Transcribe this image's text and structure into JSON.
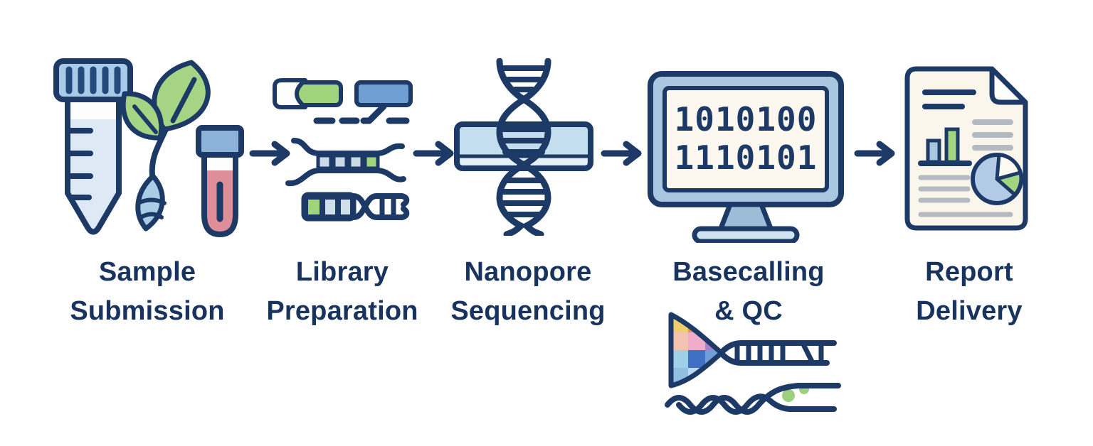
{
  "figure": {
    "type": "workflow-diagram",
    "background": "#ffffff",
    "flow_direction": "left-to-right"
  },
  "palette": {
    "outline_navy": "#1d3a66",
    "text_navy": "#17335e",
    "light_blue_fill": "#d9e9f5",
    "pale_blue": "#aac7e1",
    "mid_blue": "#6f9fd3",
    "membrane_blue": "#c5deef",
    "green": "#a3d47f",
    "leaf_green": "#a5d584",
    "red": "#de8e96",
    "paper_cream": "#faf6ec",
    "gray_line": "#b4bac2"
  },
  "stages": [
    {
      "name": "sample-submission",
      "label_line1": "Sample",
      "label_line2": "Submission",
      "icon": "sample-tubes-and-plant"
    },
    {
      "name": "library-preparation",
      "label_line1": "Library",
      "label_line2": "Preparation",
      "icon": "dna-fragments-adapters"
    },
    {
      "name": "nanopore-sequencing",
      "label_line1": "Nanopore",
      "label_line2": "Sequencing",
      "icon": "dna-helix-through-membrane"
    },
    {
      "name": "basecalling-qc",
      "label_line1": "Basecalling",
      "label_line2": "& QC",
      "icon": "monitor-with-binary",
      "icon2": "signal-funnel-to-reads"
    },
    {
      "name": "report-delivery",
      "label_line1": "Report",
      "label_line2": "Delivery",
      "icon": "report-document-with-charts"
    }
  ],
  "monitor_screen": {
    "line1": "1010100",
    "line2": "1110101"
  },
  "arrows": {
    "count": 4,
    "glyph": "→"
  }
}
